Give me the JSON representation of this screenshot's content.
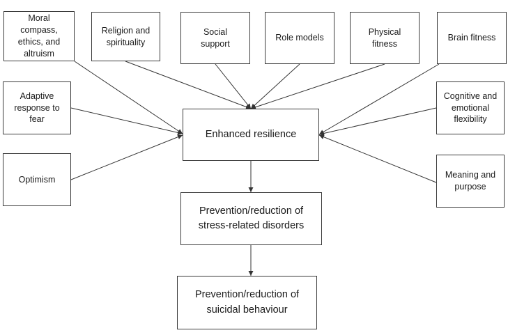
{
  "diagram": {
    "factors": [
      {
        "id": "moral",
        "label": "Moral\ncompass,\nethics, and\naltruism"
      },
      {
        "id": "religion",
        "label": "Religion and\nspirituality"
      },
      {
        "id": "social",
        "label": "Social\nsupport"
      },
      {
        "id": "role",
        "label": "Role models"
      },
      {
        "id": "physical",
        "label": "Physical\nfitness"
      },
      {
        "id": "brain",
        "label": "Brain fitness"
      },
      {
        "id": "adaptive",
        "label": "Adaptive\nresponse to\nfear"
      },
      {
        "id": "optimism",
        "label": "Optimism"
      },
      {
        "id": "cognitive",
        "label": "Cognitive and\nemotional\nflexibility"
      },
      {
        "id": "meaning",
        "label": "Meaning and\npurpose"
      }
    ],
    "resilience": {
      "label": "Enhanced resilience"
    },
    "stress": {
      "label": "Prevention/reduction of\nstress-related disorders"
    },
    "suicide": {
      "label": "Prevention/reduction of\nsuicidal behaviour"
    }
  },
  "colors": {
    "line": "#333333",
    "border": "#3a3a3a"
  }
}
